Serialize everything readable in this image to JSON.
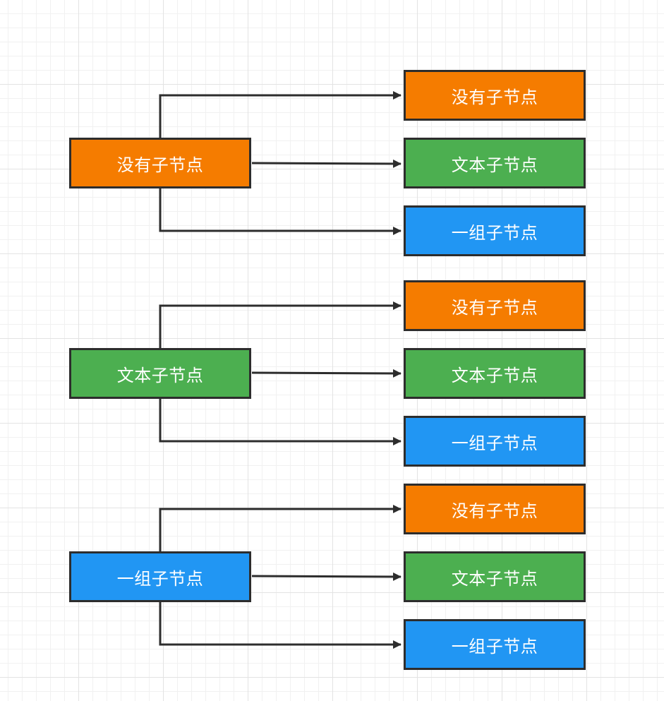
{
  "colors": {
    "none": "#f57c00",
    "text": "#4caf50",
    "group": "#2196f3",
    "stroke": "#2d2d2d"
  },
  "groups": [
    {
      "parent": "没有子节点",
      "children": [
        "没有子节点",
        "文本子节点",
        "一组子节点"
      ]
    },
    {
      "parent": "文本子节点",
      "children": [
        "没有子节点",
        "文本子节点",
        "一组子节点"
      ]
    },
    {
      "parent": "一组子节点",
      "children": [
        "没有子节点",
        "文本子节点",
        "一组子节点"
      ]
    }
  ]
}
